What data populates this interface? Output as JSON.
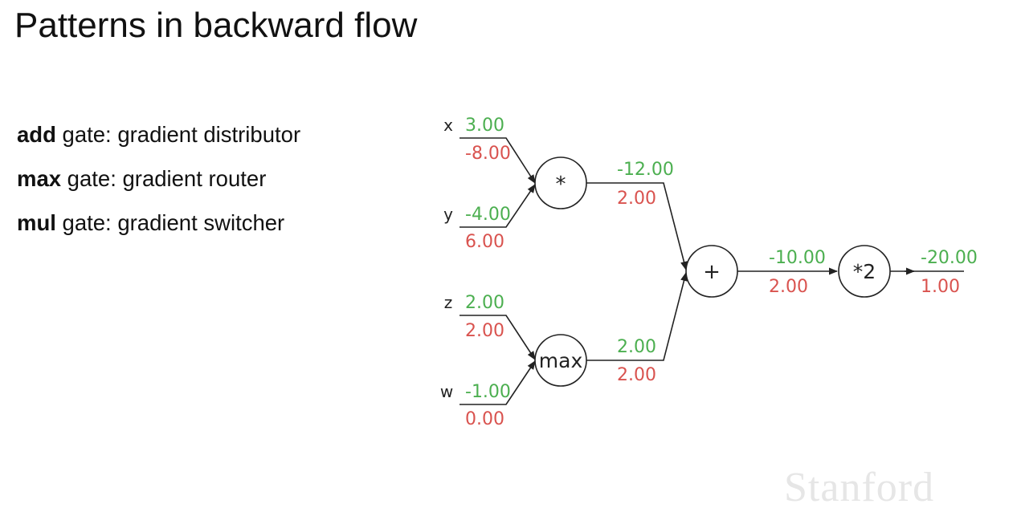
{
  "title": "Patterns in backward flow",
  "bullets": [
    {
      "keyword": "add",
      "text": " gate: gradient distributor"
    },
    {
      "keyword": "max",
      "text": " gate: gradient router"
    },
    {
      "keyword": "mul",
      "text": " gate: gradient switcher"
    }
  ],
  "graph": {
    "inputs": [
      {
        "label": "x",
        "forward": "3.00",
        "gradient": "-8.00"
      },
      {
        "label": "y",
        "forward": "-4.00",
        "gradient": "6.00"
      },
      {
        "label": "z",
        "forward": "2.00",
        "gradient": "2.00"
      },
      {
        "label": "w",
        "forward": "-1.00",
        "gradient": "0.00"
      }
    ],
    "nodes": {
      "mul": {
        "op": "*",
        "out_forward": "-12.00",
        "out_gradient": "2.00"
      },
      "max": {
        "op": "max",
        "out_forward": "2.00",
        "out_gradient": "2.00"
      },
      "add": {
        "op": "+",
        "out_forward": "-10.00",
        "out_gradient": "2.00"
      },
      "scale": {
        "op": "*2",
        "out_forward": "-20.00",
        "out_gradient": "1.00"
      }
    },
    "colors": {
      "forward": "#4caf50",
      "gradient": "#d9534f"
    }
  },
  "logo": "Stanford"
}
